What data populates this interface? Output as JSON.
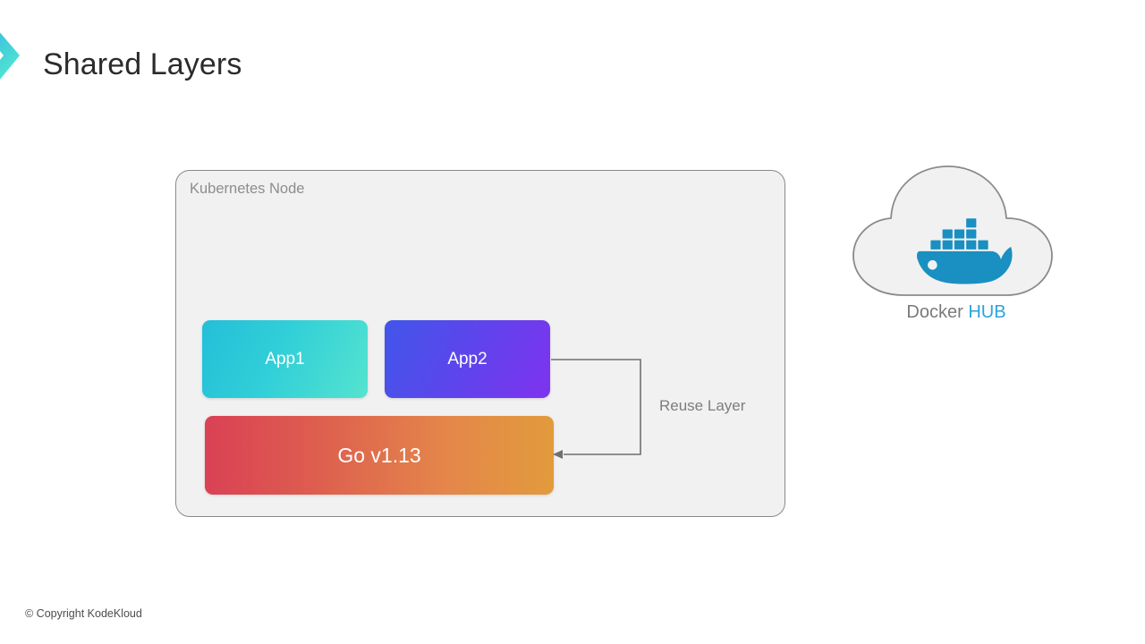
{
  "slide": {
    "title": "Shared Layers",
    "brand_accent_top": "#35b6e0",
    "brand_accent_bottom": "#52e8d2"
  },
  "node": {
    "label": "Kubernetes Node",
    "fill": "#f1f1f1",
    "border": "#8a8a8a"
  },
  "blocks": [
    {
      "label": "App1",
      "gradient_from": "#23bfd9",
      "gradient_to": "#54e3cf"
    },
    {
      "label": "App2",
      "gradient_from": "#4156e9",
      "gradient_to": "#7f33ee"
    },
    {
      "label": "Go v1.13",
      "gradient_from": "#da4155",
      "gradient_to": "#e29b3c"
    }
  ],
  "connector": {
    "label": "Reuse Layer",
    "stroke": "#6f6f6f",
    "arrow_direction": "left"
  },
  "registry": {
    "icon": "docker-whale-icon",
    "cloud_fill": "#f1f1f1",
    "cloud_stroke": "#8a8a8a",
    "whale_color": "#1a8fc1",
    "caption_primary": "Docker",
    "caption_accent": "HUB",
    "caption_accent_color": "#2aa3e0"
  },
  "footer": {
    "copyright": "© Copyright KodeKloud"
  }
}
